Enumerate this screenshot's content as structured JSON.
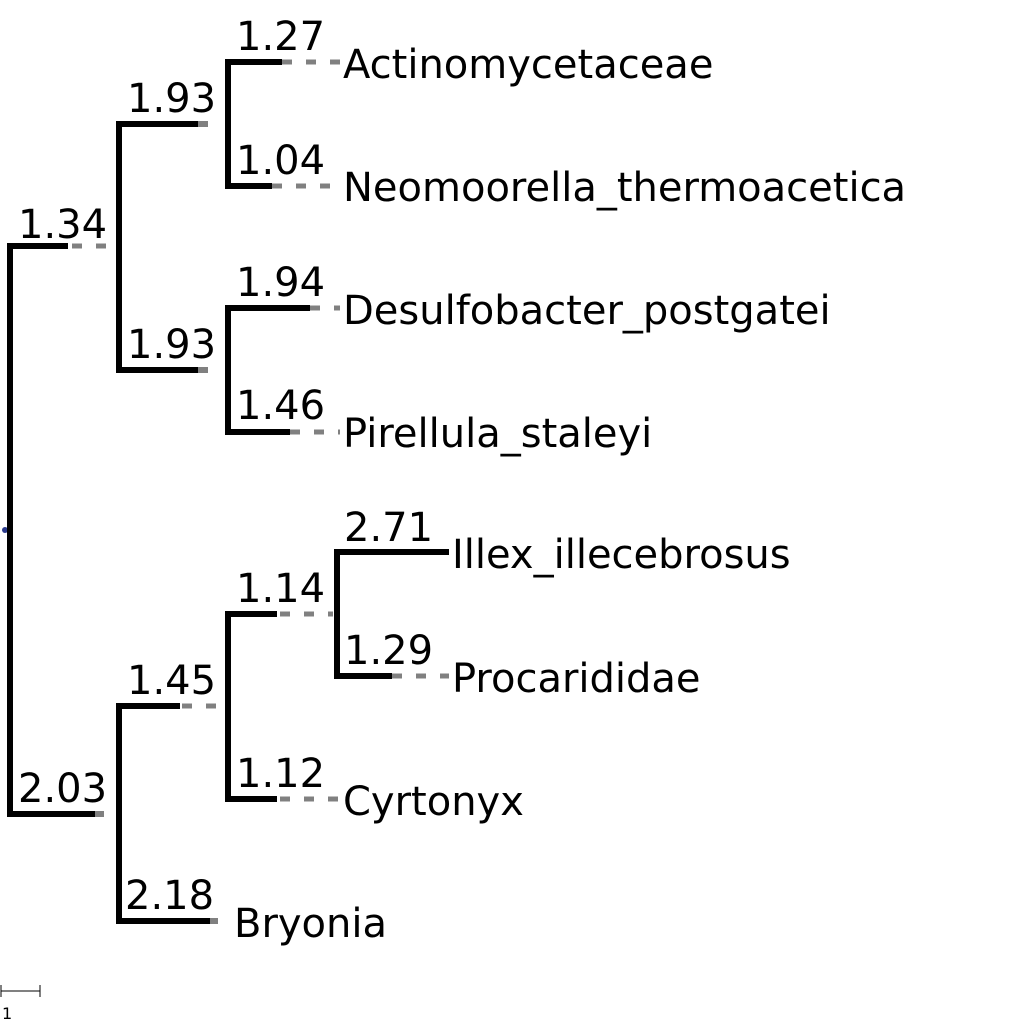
{
  "tree": {
    "root": {
      "children": [
        {
          "length": "1.34",
          "children": [
            {
              "length": "1.93",
              "children": [
                {
                  "length": "1.27",
                  "name": "Actinomycetaceae"
                },
                {
                  "length": "1.04",
                  "name": "Neomoorella_thermoacetica"
                }
              ]
            },
            {
              "length": "1.93",
              "children": [
                {
                  "length": "1.94",
                  "name": "Desulfobacter_postgatei"
                },
                {
                  "length": "1.46",
                  "name": "Pirellula_staleyi"
                }
              ]
            }
          ]
        },
        {
          "length": "2.03",
          "children": [
            {
              "length": "1.45",
              "children": [
                {
                  "length": "1.14",
                  "children": [
                    {
                      "length": "2.71",
                      "name": "Illex_illecebrosus"
                    },
                    {
                      "length": "1.29",
                      "name": "Procarididae"
                    }
                  ]
                },
                {
                  "length": "1.12",
                  "name": "Cyrtonyx"
                }
              ]
            },
            {
              "length": "2.18",
              "name": "Bryonia"
            }
          ]
        }
      ]
    }
  },
  "scale_bar": {
    "label": "1",
    "value": 1
  },
  "colors": {
    "branch": "#000000",
    "guide": "#808080",
    "root": "#2b3a8c"
  }
}
